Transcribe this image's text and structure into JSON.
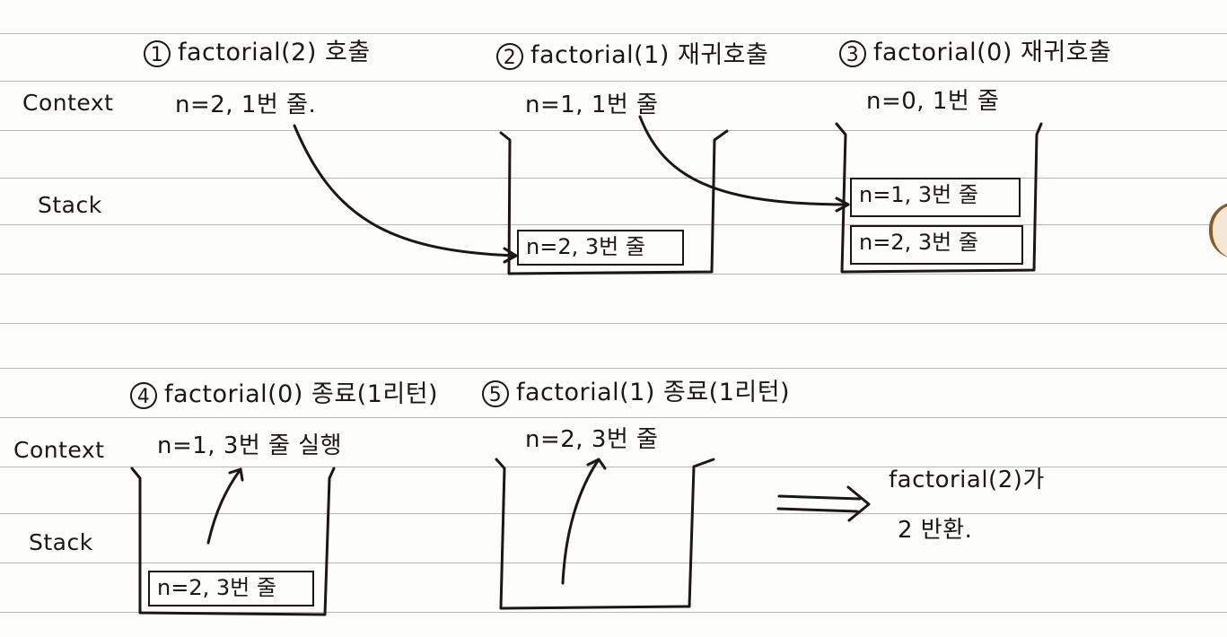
{
  "diagram": {
    "topic": "factorial recursion call stack",
    "row_labels": {
      "context": "Context",
      "stack": "Stack"
    },
    "steps": [
      {
        "number": "1",
        "title": "factorial(2) 호출",
        "context": "n=2, 1번 줄.",
        "stack_frames": []
      },
      {
        "number": "2",
        "title": "factorial(1) 재귀호출",
        "context": "n=1, 1번 줄",
        "stack_frames": [
          "n=2, 3번 줄"
        ]
      },
      {
        "number": "3",
        "title": "factorial(0) 재귀호출",
        "context": "n=0, 1번 줄",
        "stack_frames": [
          "n=1, 3번 줄",
          "n=2, 3번 줄"
        ]
      },
      {
        "number": "4",
        "title": "factorial(0) 종료(1리턴)",
        "context": "n=1, 3번 줄 실행",
        "stack_frames": [
          "n=2, 3번 줄"
        ]
      },
      {
        "number": "5",
        "title": "factorial(1) 종료(1리턴)",
        "context": "n=2, 3번 줄",
        "stack_frames": []
      }
    ],
    "result": {
      "arrow": "⟹",
      "line1": "factorial(2)가",
      "line2": "2 반환."
    },
    "colors": {
      "paper": "#fdfdfb",
      "ink": "#1c1714",
      "rule": "#b7b6b2"
    }
  }
}
